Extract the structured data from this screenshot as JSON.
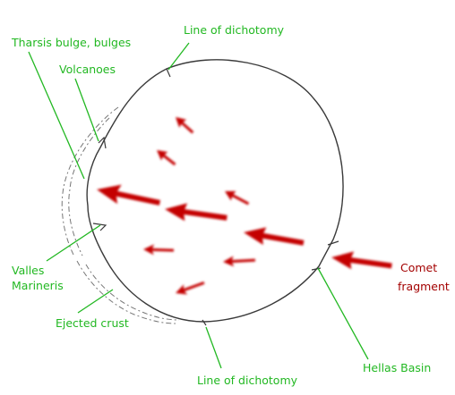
{
  "labels": {
    "line_of_dichotomy_top": "Line of dichotomy",
    "tharsis": "Tharsis bulge, bulges",
    "volcanoes": "Volcanoes",
    "valles_line1": "Valles",
    "valles_line2": "Marineris",
    "ejected_crust": "Ejected crust",
    "line_of_dichotomy_bottom": "Line of dichotomy",
    "hellas": "Hellas Basin",
    "comet_line1": "Comet",
    "comet_line2": "fragment"
  },
  "colors": {
    "label_green": "#22b822",
    "comet_red": "#a30000",
    "arrow_red": "#c40000",
    "outline": "#3a3a3a"
  }
}
